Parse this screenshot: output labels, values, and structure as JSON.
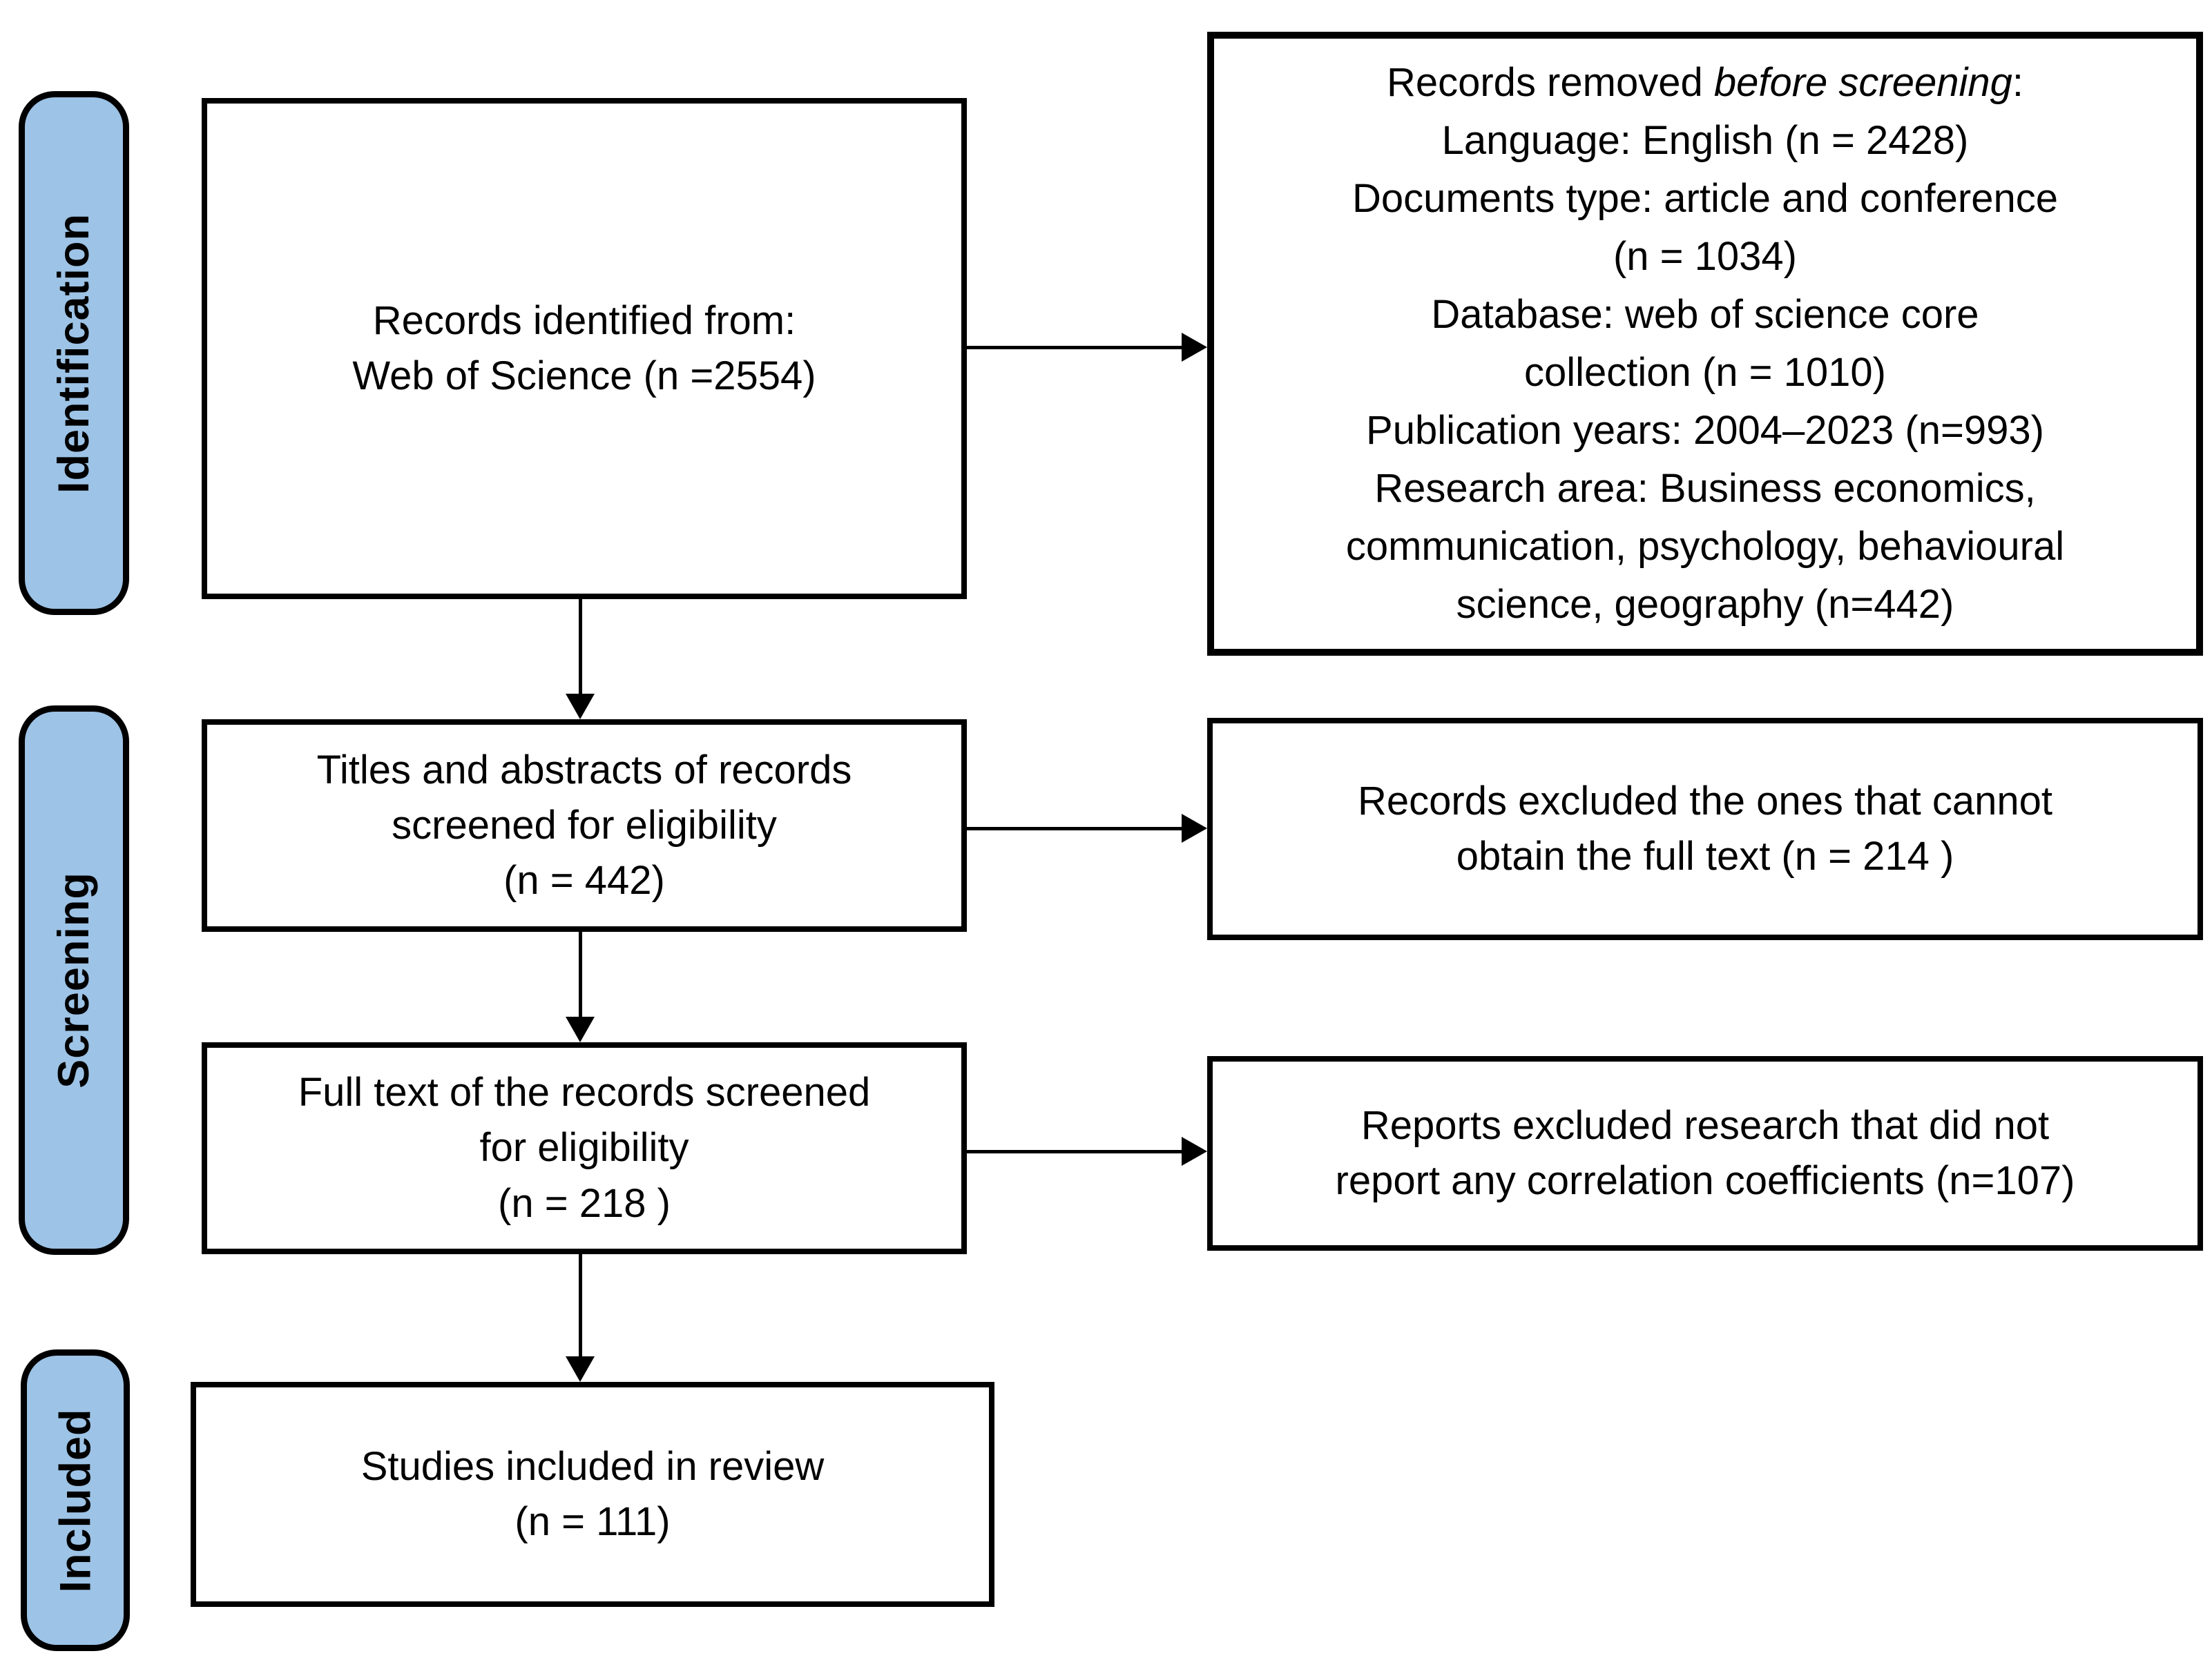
{
  "diagram": {
    "type": "prisma-flow-diagram",
    "colors": {
      "stage_fill": "#9DC3E6",
      "box_border": "#000000",
      "background": "#FFFFFF",
      "text": "#000000"
    },
    "stages": {
      "identification": {
        "label": "Identification"
      },
      "screening": {
        "label": "Screening"
      },
      "included": {
        "label": "Included"
      }
    },
    "boxes": {
      "identified": {
        "line1": "Records identified from:",
        "line2": "Web of Science (n =2554)"
      },
      "removed": {
        "line1_prefix": "Records removed ",
        "line1_italic": "before screening",
        "line1_suffix": ":",
        "line2": "Language: English (n = 2428)",
        "line3": "Documents type: article and conference",
        "line4": "(n = 1034)",
        "line5": "Database: web of science core",
        "line6": "collection (n = 1010)",
        "line7": "Publication years: 2004–2023 (n=993)",
        "line8": "Research area: Business economics,",
        "line9": "communication, psychology, behavioural",
        "line10": "science, geography (n=442)"
      },
      "screened_titles": {
        "line1": "Titles and abstracts of records",
        "line2": "screened for eligibility",
        "line3": "(n = 442)"
      },
      "excluded_fulltext": {
        "line1": "Records excluded the ones that cannot",
        "line2": "obtain the full text (n = 214 )"
      },
      "screened_fulltext": {
        "line1": "Full text of the records screened",
        "line2": "for eligibility",
        "line3": "(n = 218 )"
      },
      "excluded_nocorrelation": {
        "line1": "Reports excluded research that did not",
        "line2": "report any correlation coefficients (n=107)"
      },
      "included_studies": {
        "line1": "Studies included in review",
        "line2": "(n = 111)"
      }
    }
  }
}
